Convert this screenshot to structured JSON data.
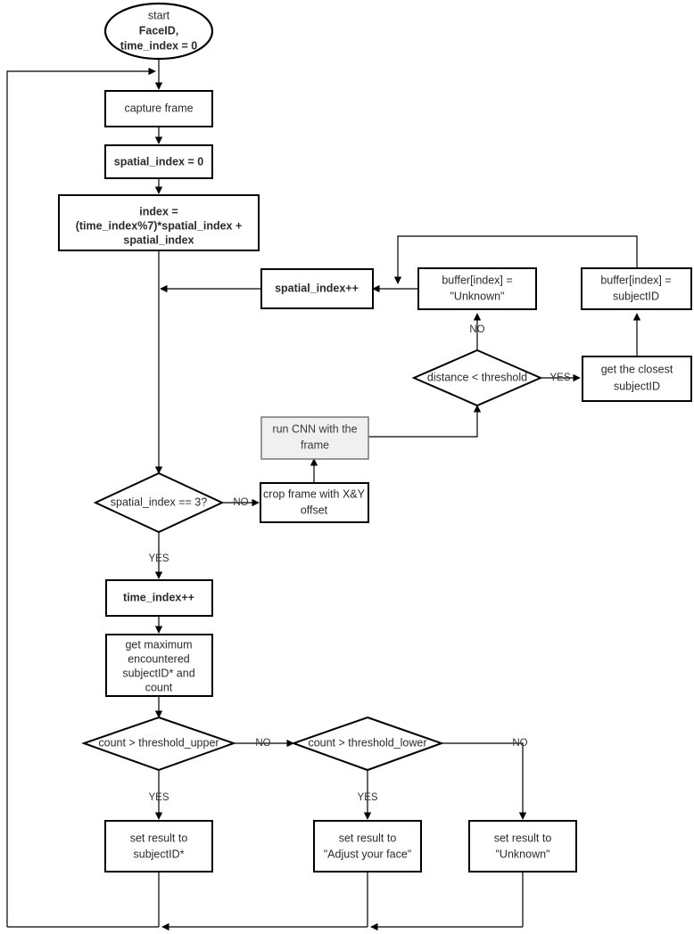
{
  "diagram": {
    "title": "FaceID recognition flowchart",
    "background_color": "#ffffff",
    "line_color": "#000000",
    "shaded_fill": "#f0f0f0",
    "shaded_stroke": "#7f7f7f"
  },
  "nodes": {
    "start": {
      "shape": "terminator",
      "line1": "start",
      "line2": "FaceID,",
      "line3": "time_index = 0"
    },
    "capture_frame": {
      "shape": "process",
      "text": "capture frame"
    },
    "spatial_index_init": {
      "shape": "process",
      "text": "spatial_index = 0"
    },
    "index_calc": {
      "shape": "process",
      "line1": "index =",
      "line2": "(time_index%7)*spatial_index +",
      "line3": "spatial_index"
    },
    "spatial_index_inc": {
      "shape": "process",
      "text": "spatial_index++"
    },
    "buffer_unknown": {
      "shape": "process",
      "line1": "buffer[index] =",
      "line2": "\"Unknown\""
    },
    "buffer_subjectid": {
      "shape": "process",
      "line1": "buffer[index] =",
      "line2": "subjectID"
    },
    "distance_check": {
      "shape": "decision",
      "text": "distance < threshold"
    },
    "get_closest": {
      "shape": "process",
      "line1": "get the closest",
      "line2": "subjectID"
    },
    "run_cnn": {
      "shape": "process-shaded",
      "line1": "run CNN with the",
      "line2": "frame"
    },
    "crop_frame": {
      "shape": "process",
      "line1": "crop frame with X&Y",
      "line2": "offset"
    },
    "spatial_index_check": {
      "shape": "decision",
      "text": "spatial_index == 3?"
    },
    "time_index_inc": {
      "shape": "process",
      "text": "time_index++"
    },
    "get_max": {
      "shape": "process",
      "line1": "get maximum",
      "line2": "encountered",
      "line3": "subjectID* and",
      "line4": "count"
    },
    "count_upper": {
      "shape": "decision",
      "text": "count > threshold_upper"
    },
    "count_lower": {
      "shape": "decision",
      "text": "count > threshold_lower"
    },
    "result_subjectid": {
      "shape": "process",
      "line1": "set result to",
      "line2": "subjectID*"
    },
    "result_adjust": {
      "shape": "process",
      "line1": "set result to",
      "line2": "\"Adjust your face\""
    },
    "result_unknown": {
      "shape": "process",
      "line1": "set result to",
      "line2": "\"Unknown\""
    }
  },
  "edge_labels": {
    "distance_no": "NO",
    "distance_yes": "YES",
    "spatial_no": "NO",
    "spatial_yes": "YES",
    "upper_no": "NO",
    "upper_yes": "YES",
    "lower_no": "NO",
    "lower_yes": "YES"
  }
}
